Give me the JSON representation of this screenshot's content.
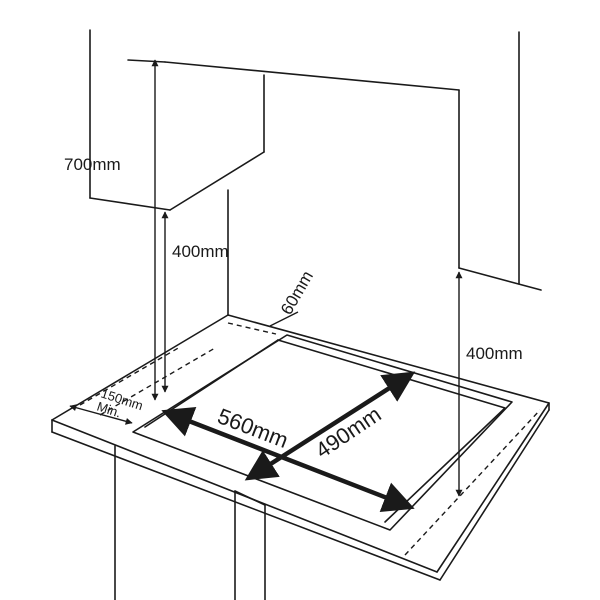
{
  "dimensions": {
    "upper_height": "700mm",
    "hood_clearance": "400mm",
    "rear_clearance": "60mm",
    "side_clearance": "400mm",
    "front_clearance_value": "150mm",
    "front_clearance_note": "Min.",
    "cutout_width": "560mm",
    "cutout_depth": "490mm"
  },
  "colors": {
    "ink": "#1a1a1a",
    "background": "#ffffff"
  }
}
